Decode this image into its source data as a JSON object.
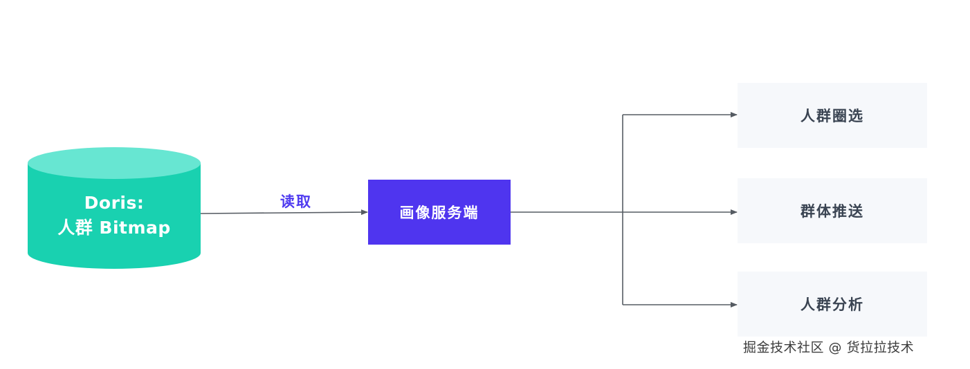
{
  "source": {
    "line1": "Doris:",
    "line2": "人群 Bitmap",
    "color": "#19d1b0",
    "top_color": "#67e6d2"
  },
  "edge_label": "读取",
  "service": {
    "label": "画像服务端",
    "color": "#4f35ef"
  },
  "targets": [
    {
      "label": "人群圈选"
    },
    {
      "label": "群体推送"
    },
    {
      "label": "人群分析"
    }
  ],
  "watermark": "掘金技术社区 @ 货拉拉技术",
  "colors": {
    "arrow": "#555b62",
    "target_bg": "#f6f8fb",
    "target_text": "#3a4452",
    "edge_label": "#4f3bf0"
  }
}
